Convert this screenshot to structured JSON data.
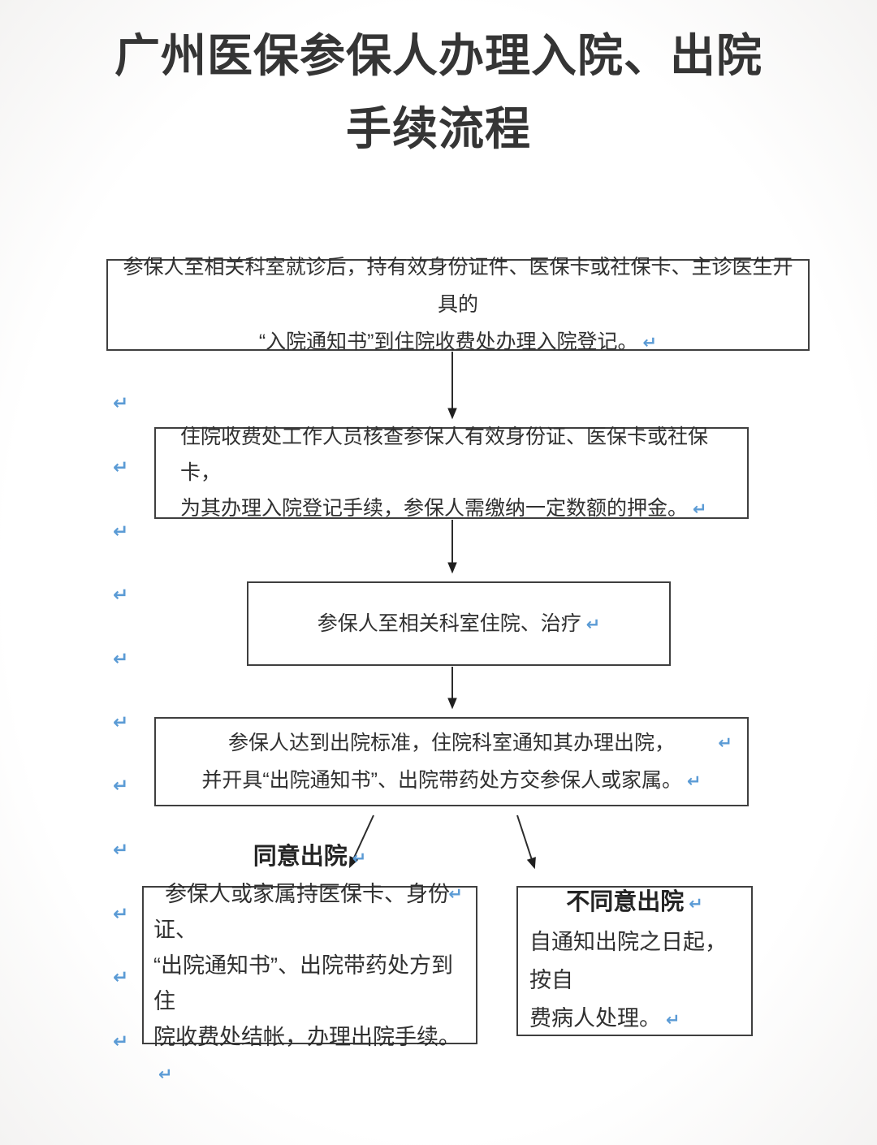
{
  "title": {
    "line1": "广州医保参保人办理入院、出院",
    "line2": "手续流程"
  },
  "glyphs": {
    "return_mark": "↵"
  },
  "colors": {
    "accent_blue": "#5b9bd5",
    "box_border": "#3f3f3f",
    "arrow": "#2c2c2c",
    "text": "#303030"
  },
  "steps": {
    "step1": {
      "line1": "参保人至相关科室就诊后，持有效身份证件、医保卡或社保卡、主诊医生开具的",
      "line2": "“入院通知书”到住院收费处办理入院登记。"
    },
    "step2": {
      "line1": "住院收费处工作人员核查参保人有效身份证、医保卡或社保卡，",
      "line2": "为其办理入院登记手续，参保人需缴纳一定数额的押金。"
    },
    "step3": {
      "line1": "参保人至相关科室住院、治疗"
    },
    "step4": {
      "line1": "参保人达到出院标准，住院科室通知其办理出院，",
      "line2": "并开具“出院通知书”、出院带药处方交参保人或家属。"
    },
    "agree": {
      "title": "同意出院",
      "line1": "参保人或家属持医保卡、身份证、",
      "line2": "“出院通知书”、出院带药处方到住",
      "line3": "院收费处结帐，办理出院手续。"
    },
    "disagree": {
      "title": "不同意出院",
      "line1": "自通知出院之日起，按自",
      "line2": "费病人处理。"
    }
  }
}
